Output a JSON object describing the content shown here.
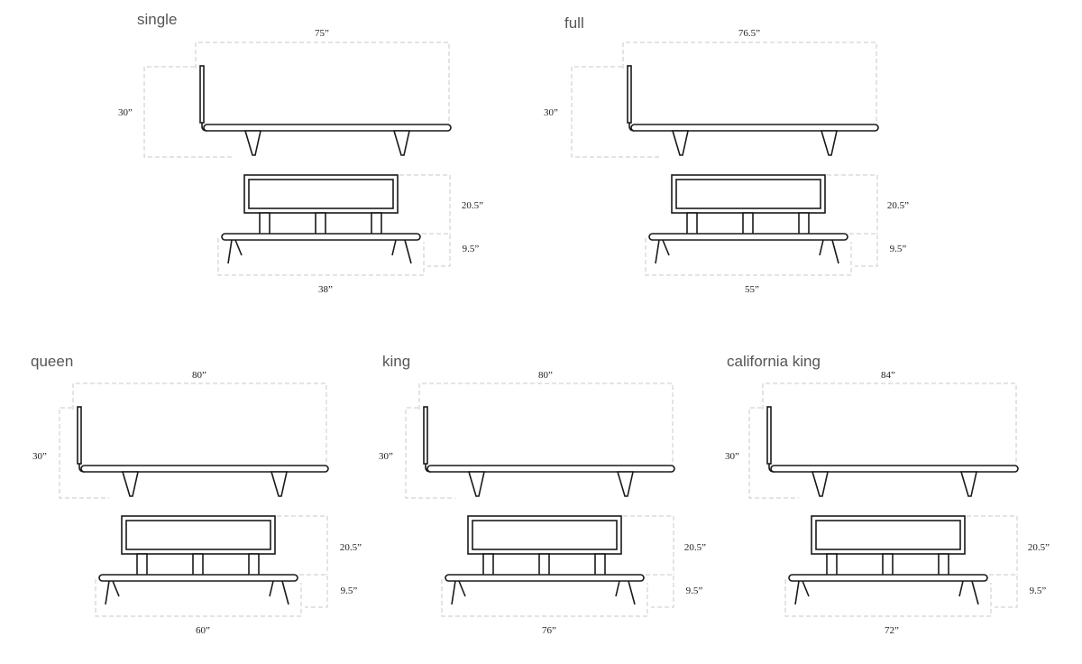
{
  "colors": {
    "line": "#1a1a1a",
    "dimension_line": "#c8c8c8",
    "title": "#555555",
    "background": "#ffffff"
  },
  "beds": [
    {
      "name": "single",
      "bed_length": "75”",
      "bed_height": "30”",
      "headboard_height": "20.5”",
      "leg_height": "9.5”",
      "bed_width": "38”"
    },
    {
      "name": "full",
      "bed_length": "76.5”",
      "bed_height": "30”",
      "headboard_height": "20.5”",
      "leg_height": "9.5”",
      "bed_width": "55”"
    },
    {
      "name": "queen",
      "bed_length": "80”",
      "bed_height": "30”",
      "headboard_height": "20.5”",
      "leg_height": "9.5”",
      "bed_width": "60”"
    },
    {
      "name": "king",
      "bed_length": "80”",
      "bed_height": "30”",
      "headboard_height": "20.5”",
      "leg_height": "9.5”",
      "bed_width": "76”"
    },
    {
      "name": "california king",
      "bed_length": "84”",
      "bed_height": "30”",
      "headboard_height": "20.5”",
      "leg_height": "9.5”",
      "bed_width": "72”"
    }
  ]
}
